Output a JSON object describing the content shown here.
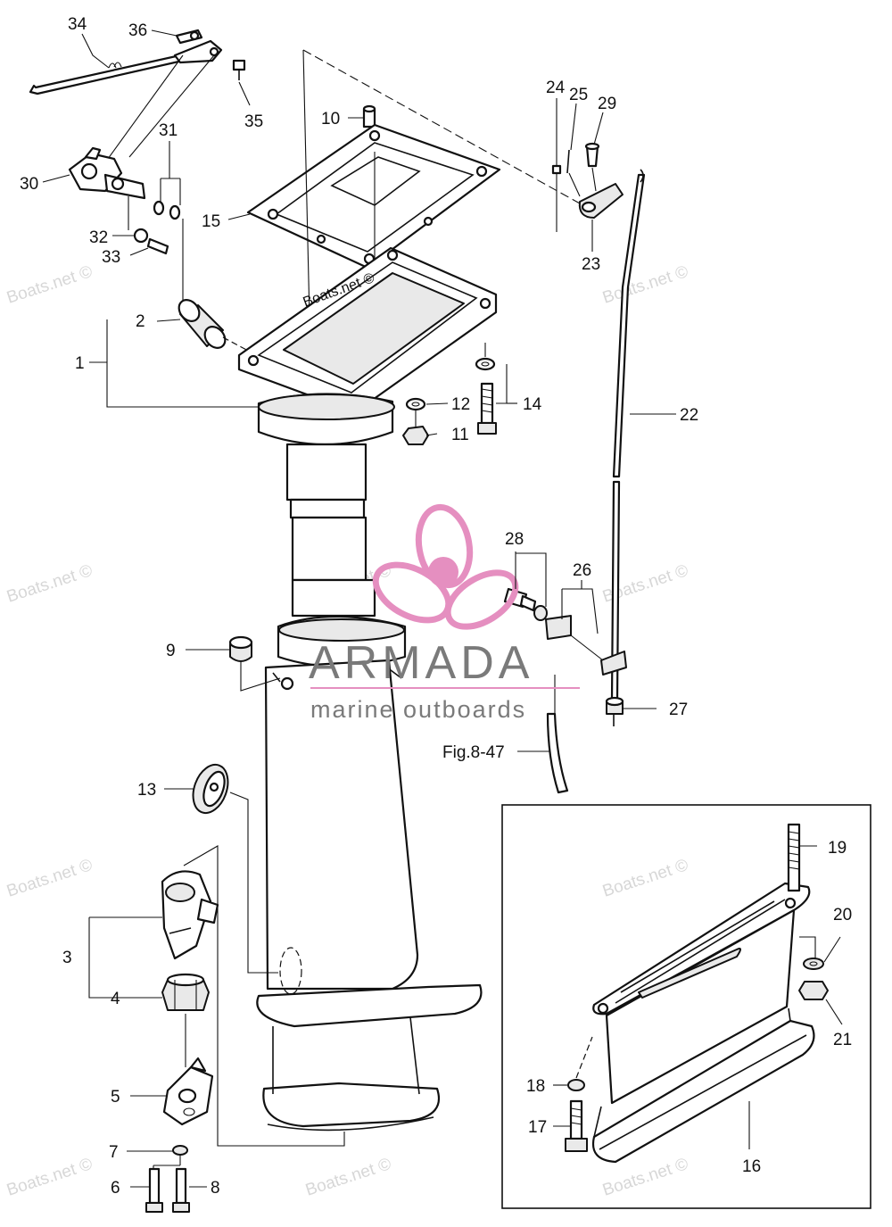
{
  "watermark": {
    "site": "Boats.net ©",
    "brand": "ARMADA",
    "tagline": "marine outboards"
  },
  "figure_ref": "Fig.8-47",
  "callouts": [
    "1",
    "2",
    "3",
    "4",
    "5",
    "6",
    "7",
    "8",
    "9",
    "10",
    "11",
    "12",
    "13",
    "14",
    "15",
    "16",
    "17",
    "18",
    "19",
    "20",
    "21",
    "22",
    "23",
    "24",
    "25",
    "26",
    "27",
    "28",
    "29",
    "30",
    "31",
    "32",
    "33",
    "34",
    "35",
    "36"
  ],
  "colors": {
    "line": "#111111",
    "logo_pink": "#e58fc0",
    "brand_gray": "#7a7a7a",
    "watermark_gray": "#d7d7d7"
  },
  "icons": [
    "propeller-logo-icon"
  ]
}
